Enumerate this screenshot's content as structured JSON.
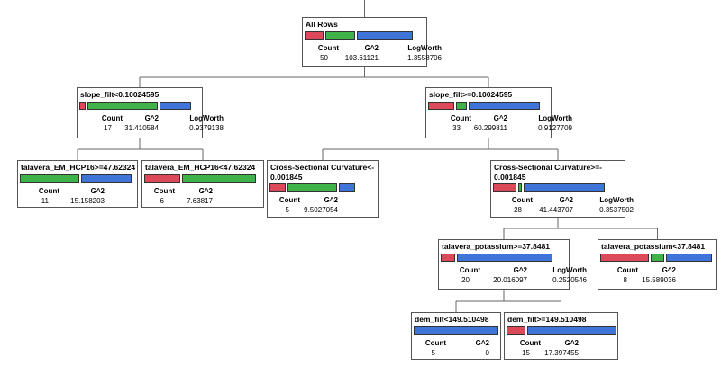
{
  "colors": {
    "red": "#dc4a5a",
    "green": "#3fb24a",
    "blue": "#3f74d8"
  },
  "headers": {
    "count": "Count",
    "g2": "G^2",
    "logworth": "LogWorth"
  },
  "nodes": [
    {
      "id": "root",
      "label": "All Rows",
      "fractions": [
        0.18,
        0.28,
        0.54
      ],
      "count": "50",
      "g2": "103.61121",
      "logworth": "1.3558706"
    },
    {
      "id": "n1",
      "label": "slope_filt<0.10024595",
      "fractions": [
        0.06,
        0.65,
        0.29
      ],
      "count": "17",
      "g2": "31.410584",
      "logworth": "0.9379138"
    },
    {
      "id": "n2",
      "label": "slope_filt>=0.10024595",
      "fractions": [
        0.24,
        0.1,
        0.66
      ],
      "count": "33",
      "g2": "60.299811",
      "logworth": "0.9127709"
    },
    {
      "id": "n3",
      "label": "talavera_EM_HCP16>=47.62324",
      "fractions": [
        0,
        0.54,
        0.46
      ],
      "count": "11",
      "g2": "15.158203"
    },
    {
      "id": "n4",
      "label": "talavera_EM_HCP16<47.62324",
      "fractions": [
        0.33,
        0.67,
        0
      ],
      "count": "6",
      "g2": "7.63817"
    },
    {
      "id": "n5",
      "label": "Cross-Sectional Curvature<-",
      "label2": "0.001845",
      "fractions": [
        0.2,
        0.6,
        0.2
      ],
      "count": "5",
      "g2": "9.5027054"
    },
    {
      "id": "n6",
      "label": "Cross-Sectional Curvature>=-",
      "label2": "0.001845",
      "fractions": [
        0.22,
        0.03,
        0.75
      ],
      "count": "28",
      "g2": "41.443707",
      "logworth": "0.3537502"
    },
    {
      "id": "n7",
      "label": "talavera_potassium>=37.8481",
      "fractions": [
        0.13,
        0,
        0.87
      ],
      "count": "20",
      "g2": "20.016097",
      "logworth": "0.2520546"
    },
    {
      "id": "n8",
      "label": "talavera_potassium<37.8481",
      "fractions": [
        0.45,
        0.12,
        0.43
      ],
      "count": "8",
      "g2": "15.589036"
    },
    {
      "id": "n9",
      "label": "dem_filt<149.510498",
      "fractions": [
        0,
        0,
        1
      ],
      "count": "5",
      "g2": "0"
    },
    {
      "id": "n10",
      "label": "dem_filt>=149.510498",
      "fractions": [
        0.17,
        0,
        0.83
      ],
      "count": "15",
      "g2": "17.397455"
    }
  ],
  "edges": [
    [
      "root",
      "n1"
    ],
    [
      "root",
      "n2"
    ],
    [
      "n1",
      "n3"
    ],
    [
      "n1",
      "n4"
    ],
    [
      "n2",
      "n5"
    ],
    [
      "n2",
      "n6"
    ],
    [
      "n6",
      "n7"
    ],
    [
      "n6",
      "n8"
    ],
    [
      "n7",
      "n9"
    ],
    [
      "n7",
      "n10"
    ]
  ]
}
